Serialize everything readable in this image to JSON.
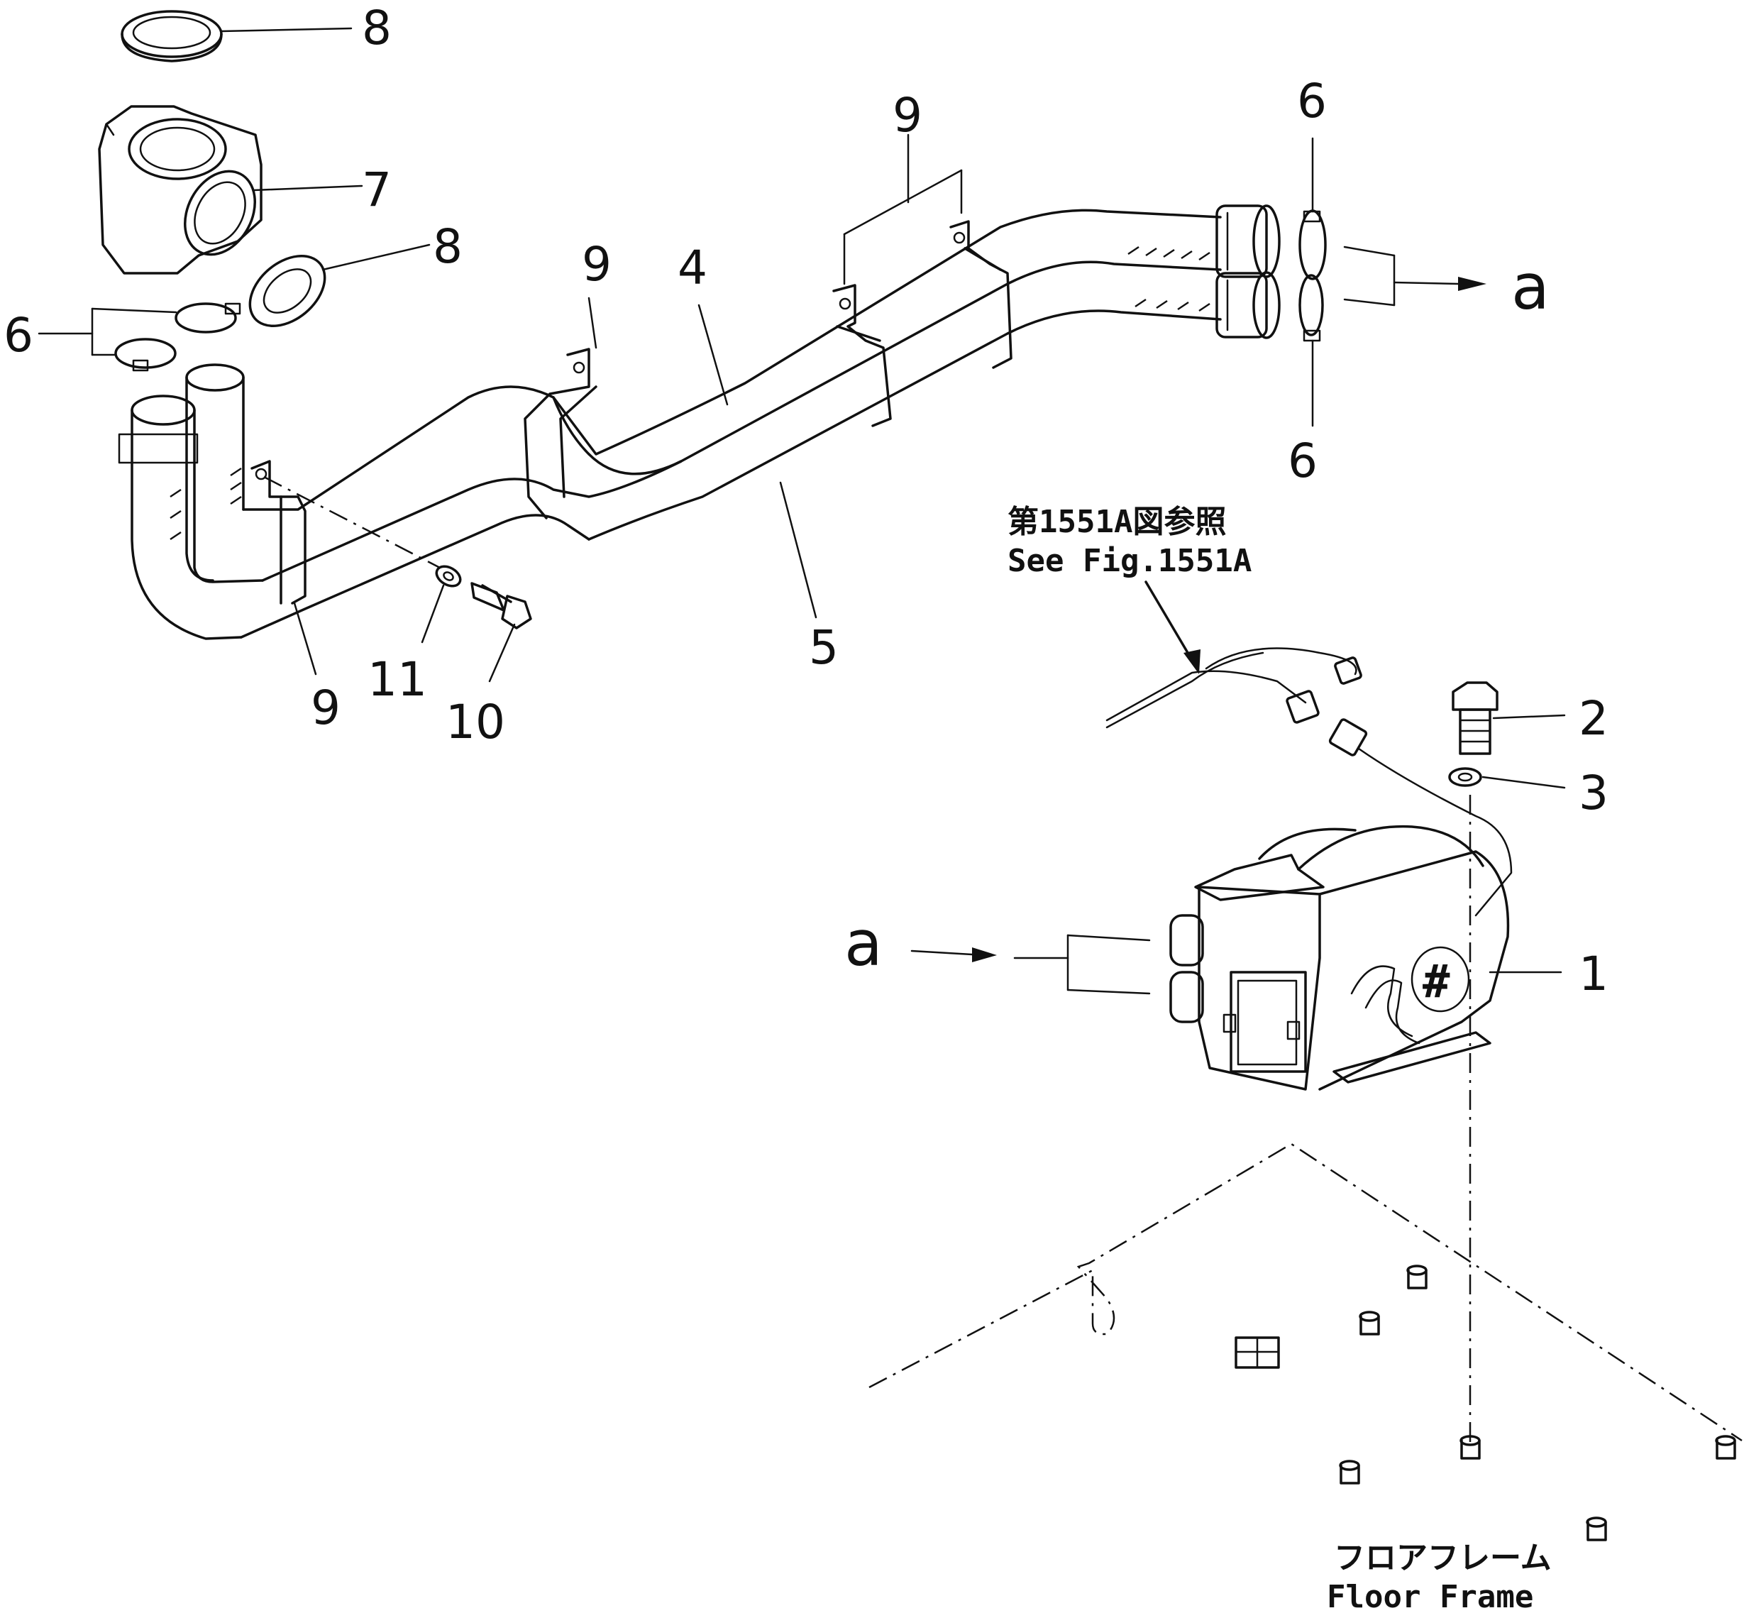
{
  "callouts": {
    "c8_top": "8",
    "c7": "7",
    "c8_mid": "8",
    "c6_left": "6",
    "c9_left_top": "9",
    "c4": "4",
    "c9_center": "9",
    "c6_right_top": "6",
    "c6_right_bottom": "6",
    "a_right": "a",
    "c9_bottom": "9",
    "c11": "11",
    "c10": "10",
    "c5": "5",
    "c2": "2",
    "c3": "3",
    "c1": "1",
    "a_left": "a"
  },
  "notes": {
    "see_fig_jp": "第1551A図参照",
    "see_fig_en": "See Fig.1551A",
    "floor_frame_jp": "フロアフレーム",
    "floor_frame_en": "Floor Frame"
  },
  "colors": {
    "ink": "#111111",
    "paper": "#ffffff"
  }
}
